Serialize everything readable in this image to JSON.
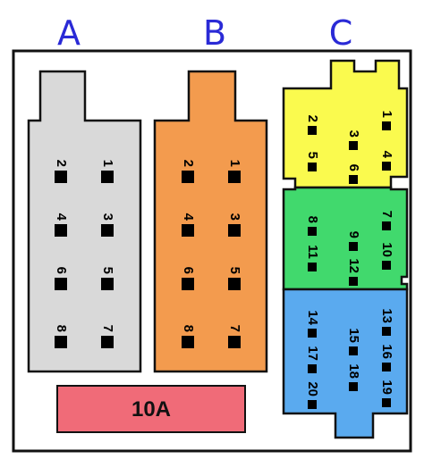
{
  "section_labels": {
    "a": "A",
    "b": "B",
    "c": "C"
  },
  "fuse_label": "10A",
  "colors": {
    "outline": "#111111",
    "connector_a": "#d9d9d9",
    "connector_b": "#f39b4e",
    "connector_c_top": "#fafa4e",
    "connector_c_mid": "#41d96d",
    "connector_c_bottom": "#5aaaef",
    "fuse": "#f06b78",
    "letter": "#2a2ad6",
    "pin": "#000000"
  },
  "connector_a_pins": [
    "1",
    "2",
    "3",
    "4",
    "5",
    "6",
    "7",
    "8"
  ],
  "connector_b_pins": [
    "1",
    "2",
    "3",
    "4",
    "5",
    "6",
    "7",
    "8"
  ],
  "connector_c_pins": [
    "1",
    "2",
    "3",
    "4",
    "5",
    "6",
    "7",
    "8",
    "9",
    "10",
    "11",
    "12",
    "13",
    "14",
    "15",
    "16",
    "17",
    "18",
    "19",
    "20"
  ]
}
